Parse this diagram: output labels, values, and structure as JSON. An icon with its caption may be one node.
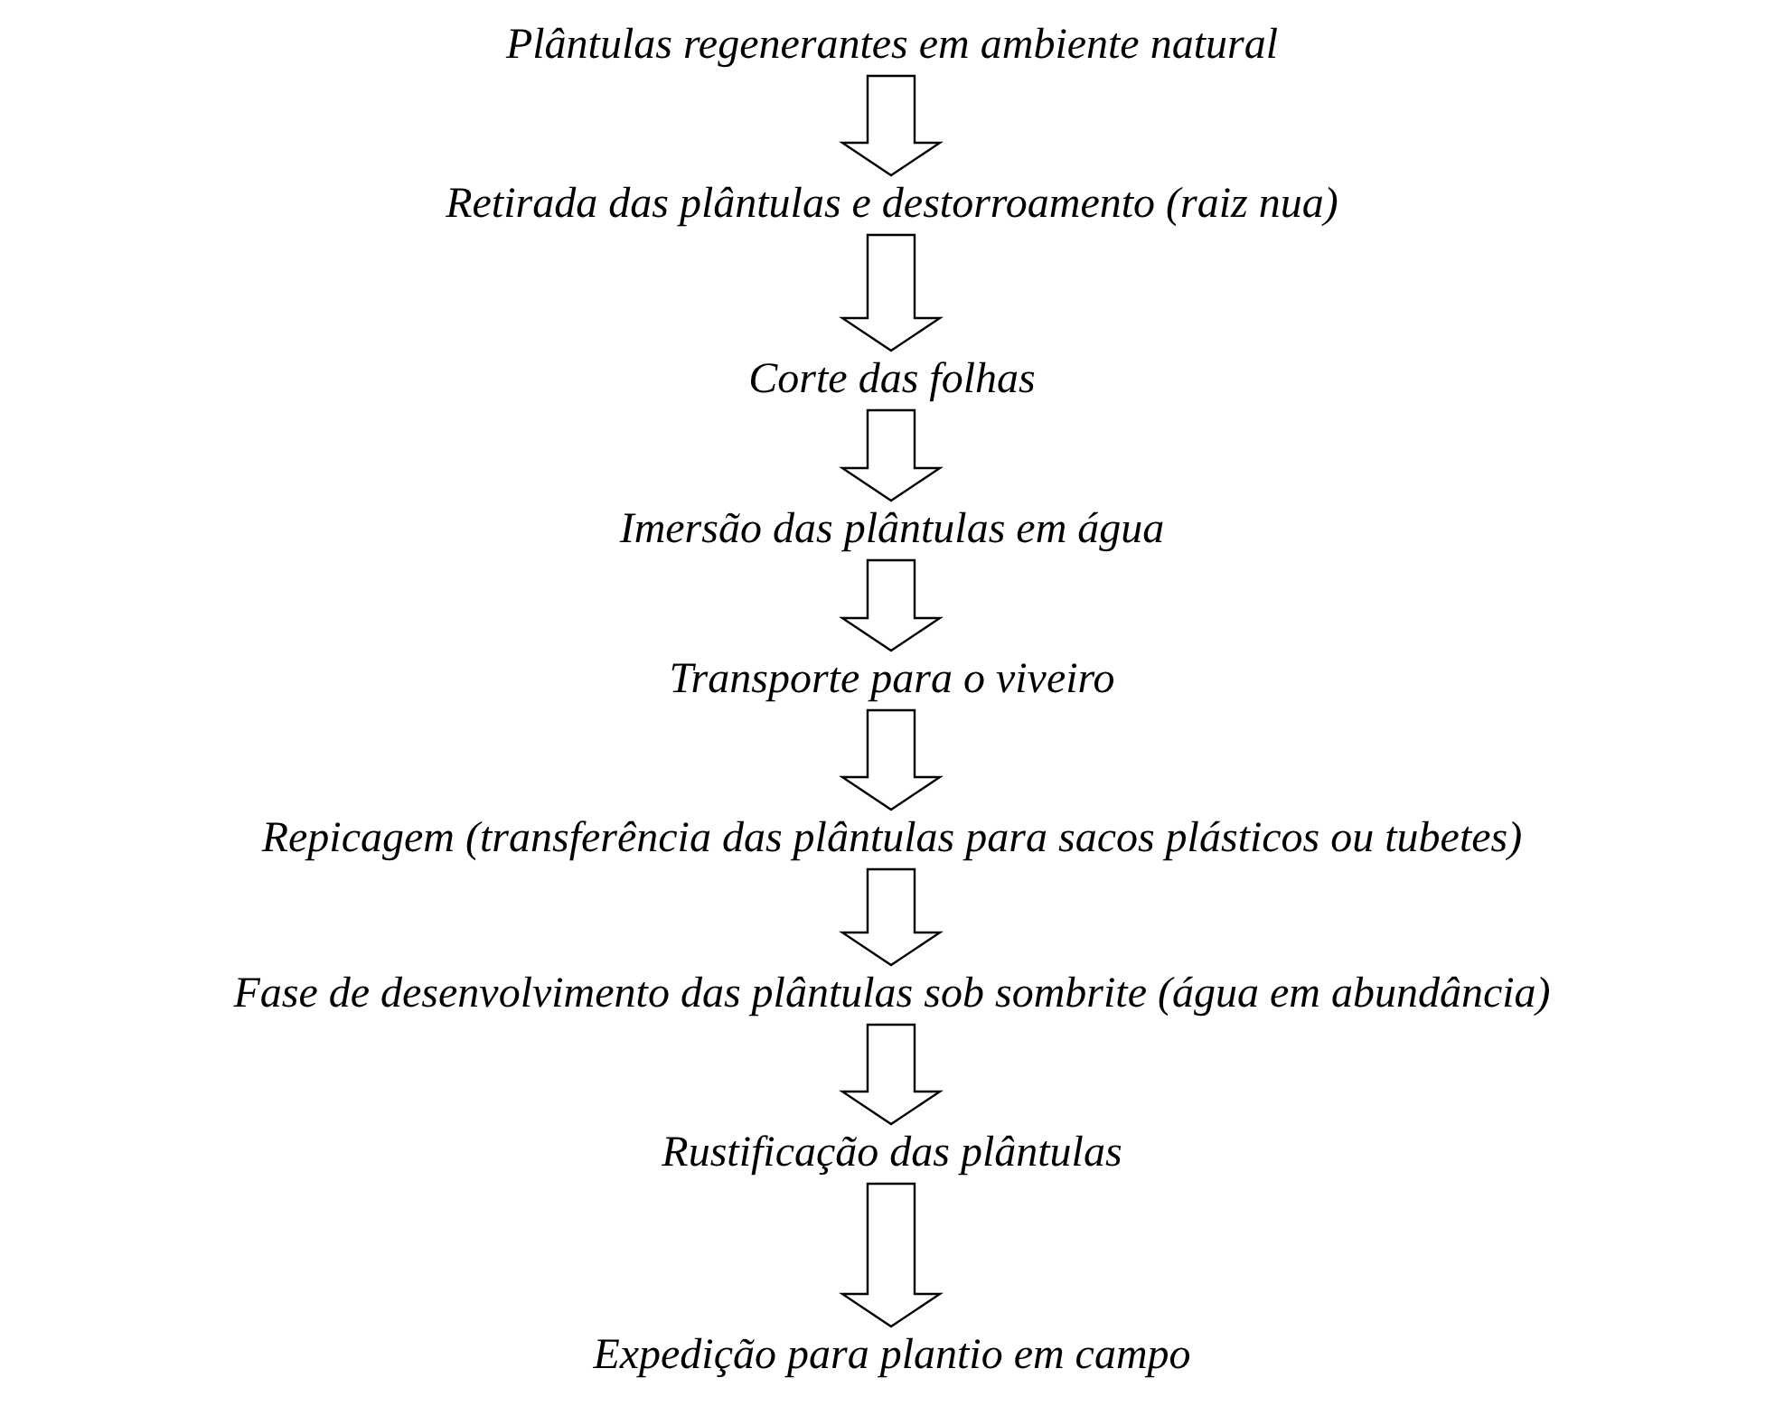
{
  "diagram": {
    "nodes": [
      {
        "text": [
          "Plântulas regenerantes em ambiente natural"
        ]
      },
      {
        "text": [
          "Retirada das plântulas e destorroamento (raiz nua)"
        ]
      },
      {
        "text": [
          "Corte das folhas"
        ]
      },
      {
        "text": [
          "Imersão das plântulas em água"
        ]
      },
      {
        "text": [
          "Transporte para o viveiro"
        ]
      },
      {
        "text": [
          "Repicagem (transferência das plântulas para sacos plásticos ou tubetes)"
        ]
      },
      {
        "text": [
          "Fase de desenvolvimento das plântulas sob sombrite (água em abundância)"
        ]
      },
      {
        "text": [
          "Rustificação das plântulas"
        ]
      },
      {
        "text": [
          "Expedição para plantio em campo"
        ]
      }
    ],
    "edges": [
      {
        "from": 0,
        "to": 1,
        "arrow": "to"
      },
      {
        "from": 1,
        "to": 2,
        "arrow": "to"
      },
      {
        "from": 2,
        "to": 3,
        "arrow": "to"
      },
      {
        "from": 3,
        "to": 4,
        "arrow": "to"
      },
      {
        "from": 4,
        "to": 5,
        "arrow": "to"
      },
      {
        "from": 5,
        "to": 6,
        "arrow": "to"
      },
      {
        "from": 6,
        "to": 7,
        "arrow": "to"
      },
      {
        "from": 7,
        "to": 8,
        "arrow": "to"
      }
    ]
  }
}
